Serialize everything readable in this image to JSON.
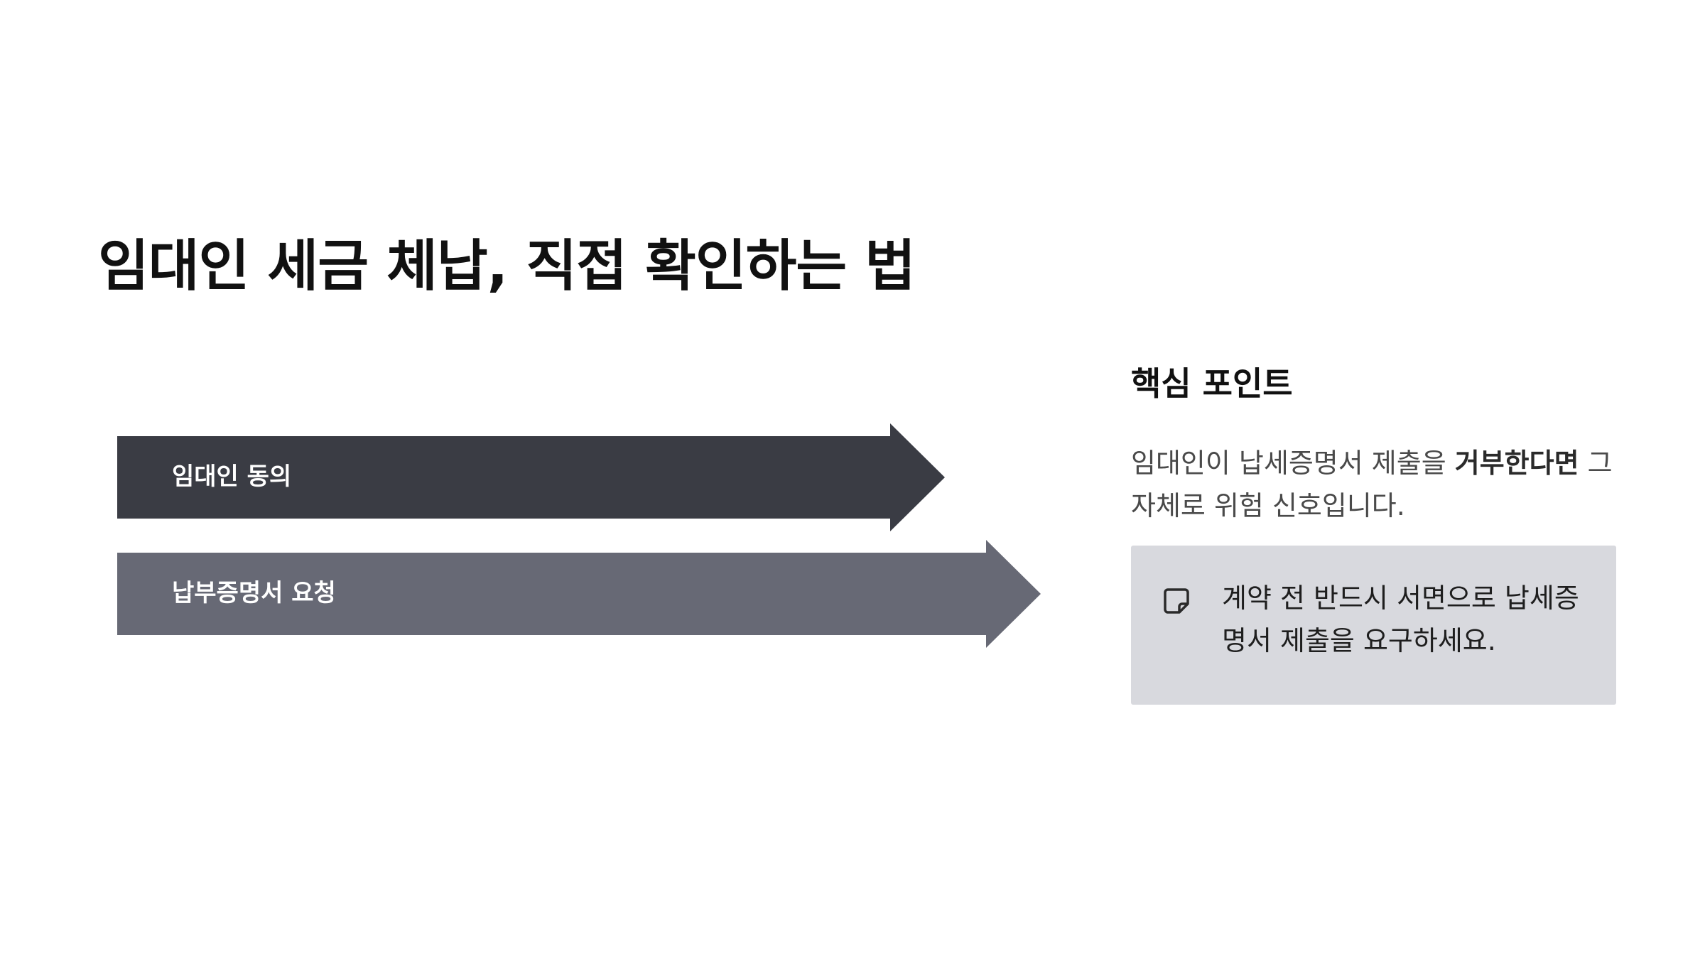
{
  "title": "임대인 세금 체납, 직접 확인하는 법",
  "steps": [
    {
      "label": "임대인 동의",
      "color": "#3a3c44"
    },
    {
      "label": "납부증명서 요청",
      "color": "#676975"
    }
  ],
  "sidebar": {
    "heading": "핵심 포인트",
    "desc_before": "임대인이 납세증명서 제출을 ",
    "desc_bold": "거부한다면",
    "desc_after": " 그 자체로 위험 신호입니다."
  },
  "note": {
    "icon": "sticky-note-icon",
    "text": "계약 전 반드시 서면으로 납세증명서 제출을 요구하세요.",
    "background": "#d8d9de"
  }
}
